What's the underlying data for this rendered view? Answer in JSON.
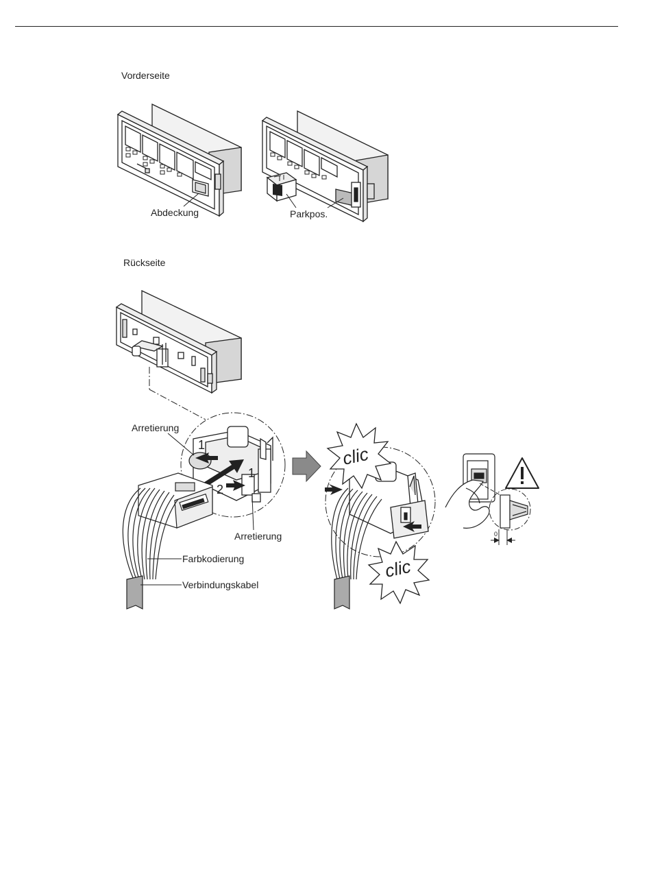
{
  "sections": {
    "front_label": "Vorderseite",
    "back_label": "Rückseite"
  },
  "front": {
    "cover_label": "Abdeckung",
    "park_label": "Parkpos."
  },
  "back": {
    "lock_top_label": "Arretierung",
    "lock_bottom_label": "Arretierung",
    "color_code_label": "Farbkodierung",
    "cable_label": "Verbindungskabel",
    "step_1_top": "1",
    "step_1_right": "1",
    "step_2": "2",
    "clic_top": "clic",
    "clic_bottom": "clic",
    "gap_value": "0"
  },
  "icons": [
    "warning-triangle-icon",
    "arrow-right-icon"
  ],
  "colors": {
    "ink": "#222222",
    "arrow_fill": "#8a8a8a",
    "shade": "#cfcfcf"
  }
}
